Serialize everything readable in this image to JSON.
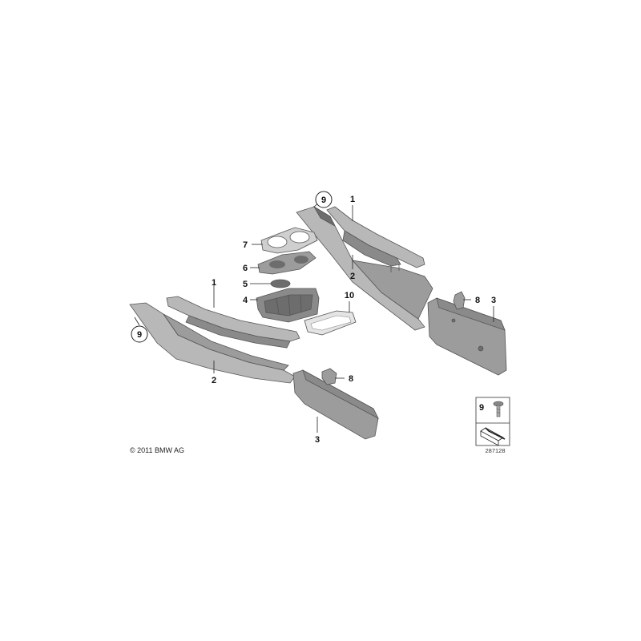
{
  "diagram": {
    "copyright": "© 2011 BMW AG",
    "reference_number": "287128",
    "callouts": {
      "p1_right": "1",
      "p2_right": "2",
      "p3_right": "3",
      "p9_right": "9",
      "p7": "7",
      "p6": "6",
      "p5": "5",
      "p4": "4",
      "p10": "10",
      "p8_right": "8",
      "p1_left": "1",
      "p2_left": "2",
      "p3_left": "3",
      "p8_left": "8",
      "p9_left": "9"
    },
    "legend": {
      "item_number": "9"
    }
  }
}
